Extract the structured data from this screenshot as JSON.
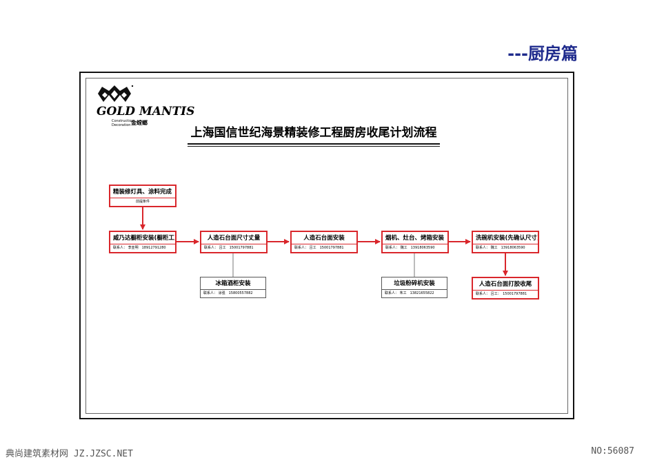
{
  "section_title": "---厨房篇",
  "logo": {
    "brand": "GOLD MANTIS",
    "sub_line1": "Construction",
    "sub_line2": "Decoration",
    "cn": "金螳螂"
  },
  "diagram_title": "上海国信世纪海景精装修工程厨房收尾计划流程",
  "nodes": {
    "precondition": {
      "label": "精装修灯具、涂料完成",
      "sub": "前提条件"
    },
    "cabinet": {
      "label": "威乃达橱柜安装(橱柜工)",
      "sub": "联系人： 李亚明　18912791280"
    },
    "measure": {
      "label": "人造石台面尺寸丈量",
      "sub": "联系人： 吕工　15001797881"
    },
    "countertop": {
      "label": "人造石台面安装",
      "sub": "联系人： 吕工　15001797881"
    },
    "appliances": {
      "label": "烟机、灶台、烤箱安装",
      "sub": "联系人： 魏工　13918063590"
    },
    "dishwasher": {
      "label": "洗碗机安装(先确认尺寸)",
      "sub": "联系人： 魏工　13918063590"
    },
    "fridge": {
      "label": "冰箱酒柜安装",
      "sub": "联系人： 涂强　15800557882"
    },
    "disposer": {
      "label": "垃圾粉碎机安装",
      "sub": "联系人： 朱工　13821655822"
    },
    "sealing": {
      "label": "人造石台面打胶收尾",
      "sub": "联系人： 吕工：　15001797881"
    }
  },
  "footer": {
    "left": "典尚建筑素材网 JZ.JZSC.NET",
    "right": "NO:56087"
  },
  "colors": {
    "accent_red": "#d9262b",
    "title_blue": "#1e2a8c"
  }
}
